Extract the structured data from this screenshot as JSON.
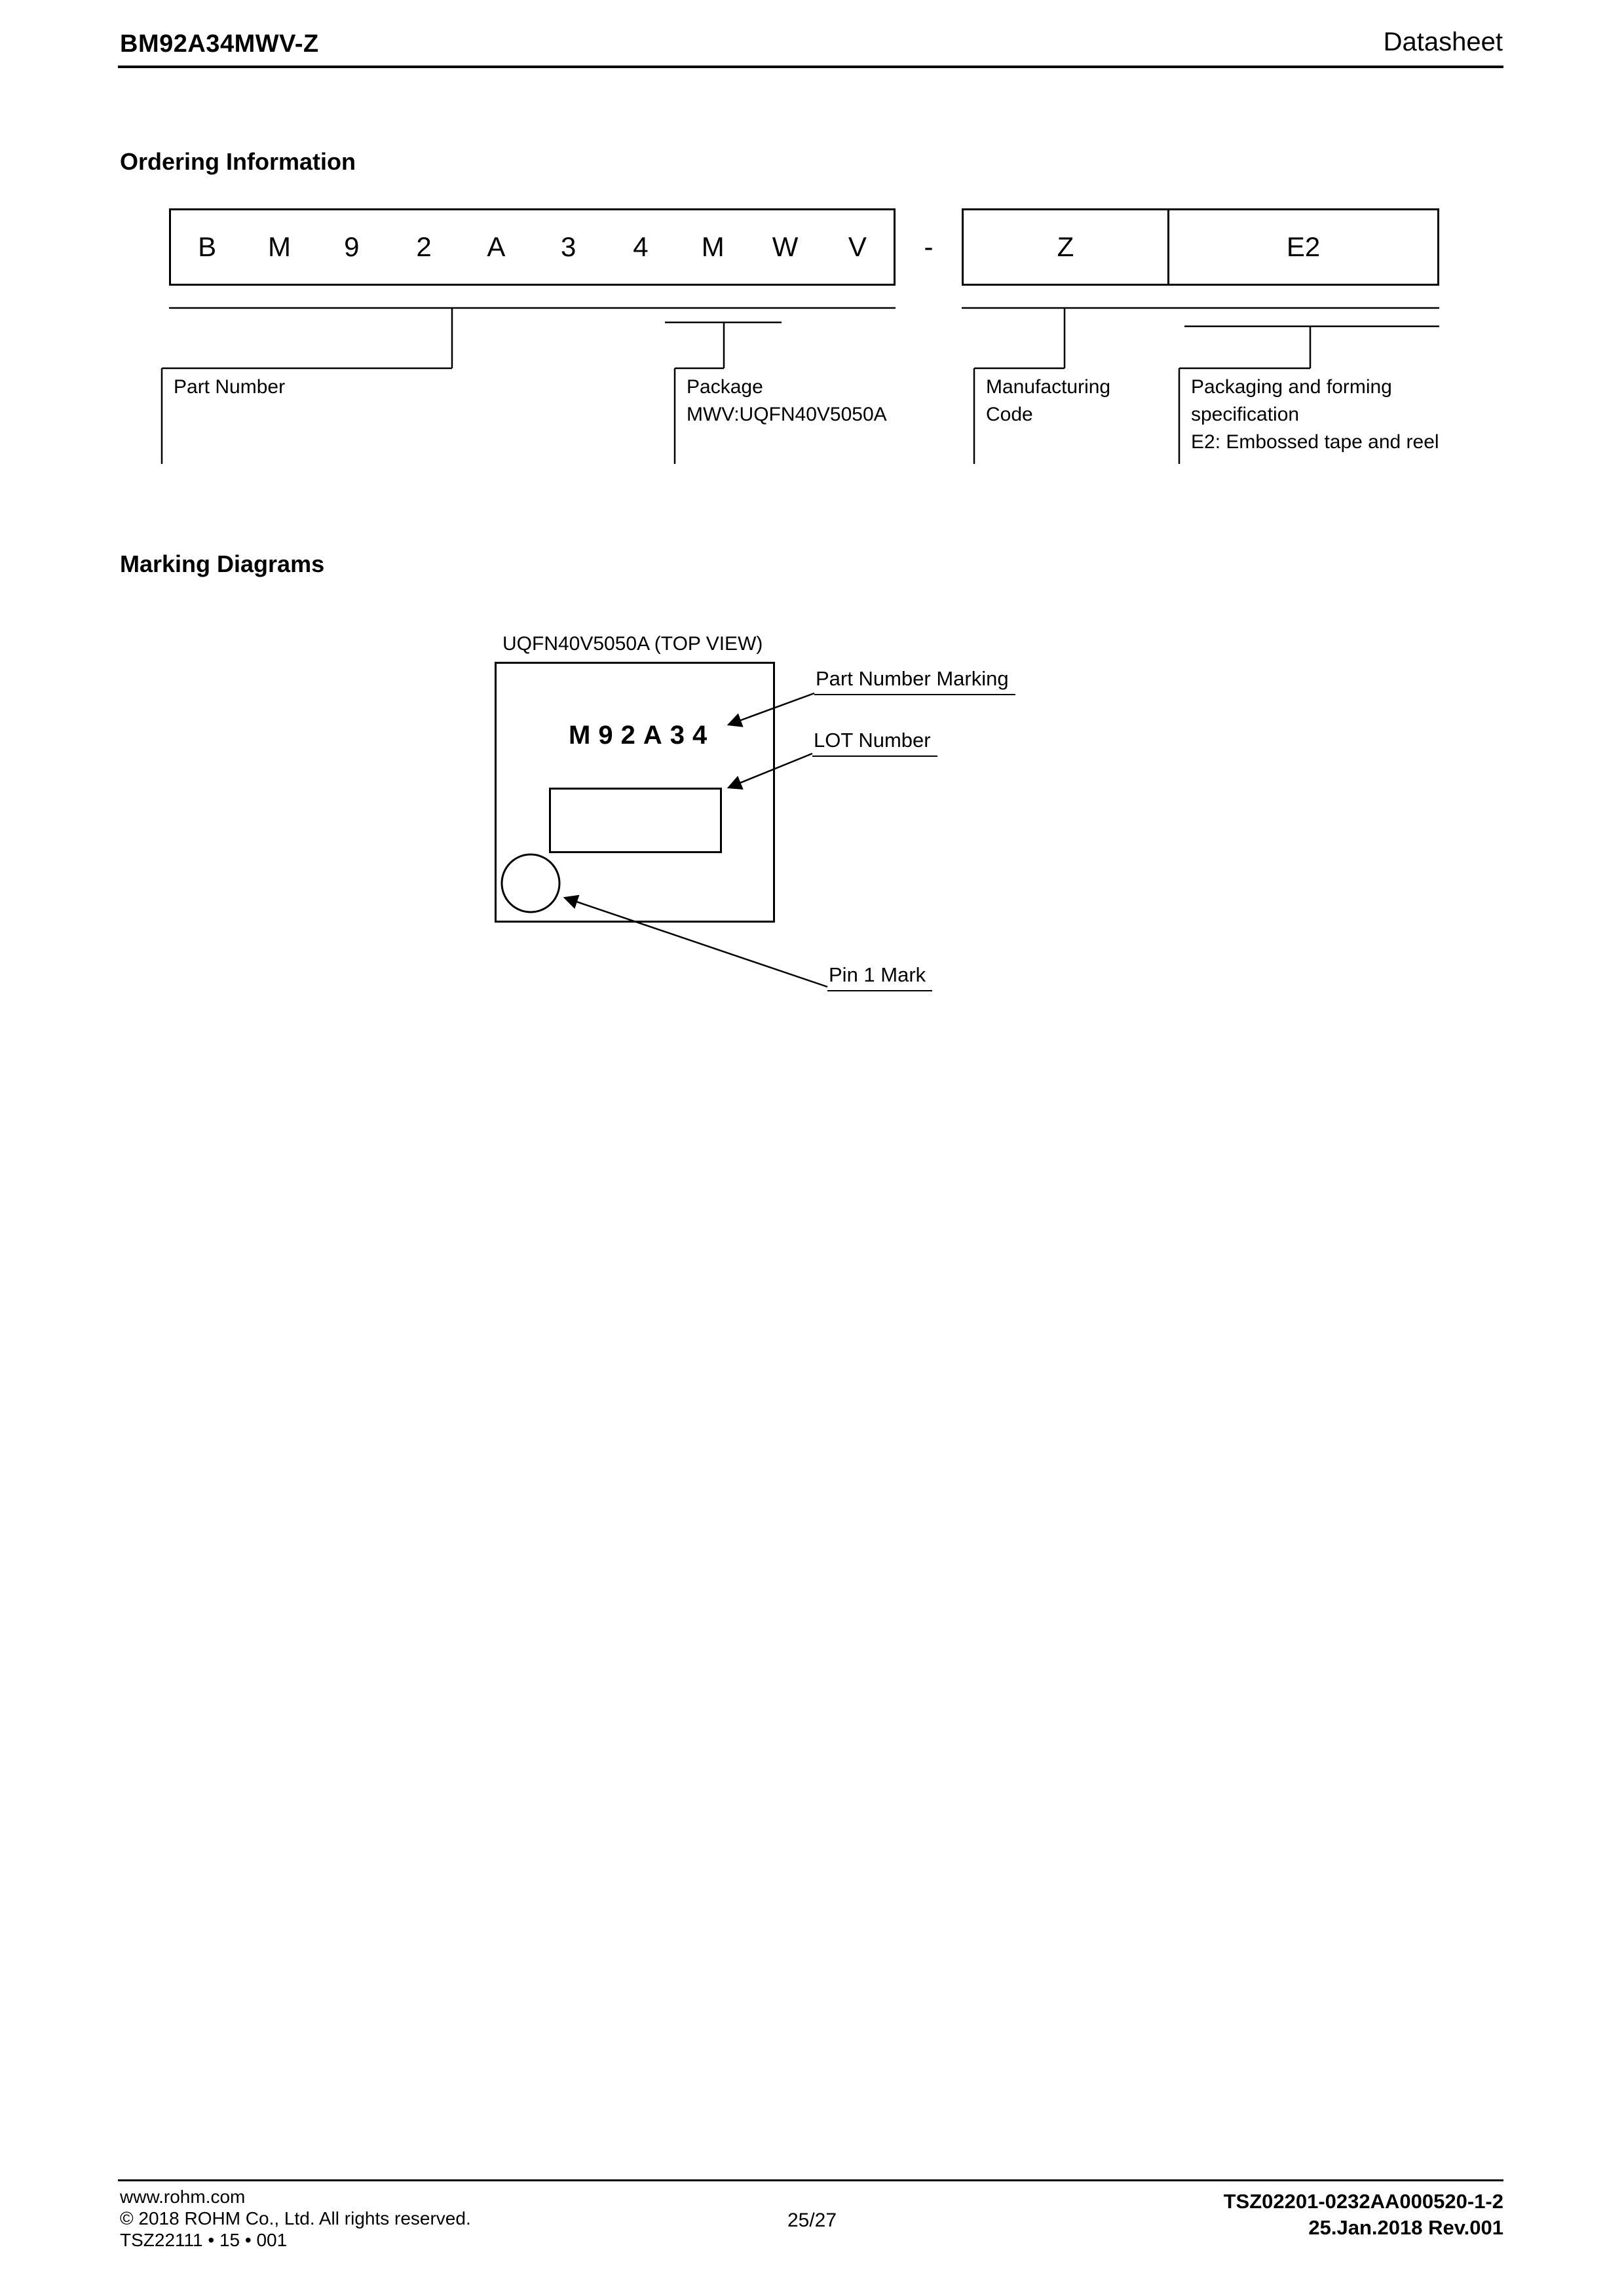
{
  "header": {
    "title": "BM92A34MWV-Z",
    "doc_type": "Datasheet"
  },
  "ordering": {
    "section_title": "Ordering Information",
    "part_chars": [
      "B",
      "M",
      "9",
      "2",
      "A",
      "3",
      "4",
      "M",
      "W",
      "V"
    ],
    "separator": "-",
    "mfg_code": "Z",
    "packaging_code": "E2",
    "labels": {
      "part_number": "Part Number",
      "package_line1": "Package",
      "package_line2": "MWV:UQFN40V5050A",
      "mfg_line1": "Manufacturing",
      "mfg_line2": "Code",
      "pack_line1": "Packaging and forming",
      "pack_line2": "specification",
      "pack_line3": "E2: Embossed tape and reel"
    }
  },
  "marking": {
    "section_title": "Marking Diagrams",
    "package_view": "UQFN40V5050A (TOP VIEW)",
    "part_marking": "M92A34",
    "labels": {
      "part_number_marking": "Part Number Marking",
      "lot_number": "LOT Number",
      "pin1_mark": "Pin 1 Mark"
    }
  },
  "footer": {
    "website": "www.rohm.com",
    "copyright": "© 2018 ROHM Co., Ltd. All rights reserved.",
    "doc_code": "TSZ22111 • 15 • 001",
    "page": "25/27",
    "ref_number": "TSZ02201-0232AA000520-1-2",
    "revision": "25.Jan.2018 Rev.001"
  }
}
